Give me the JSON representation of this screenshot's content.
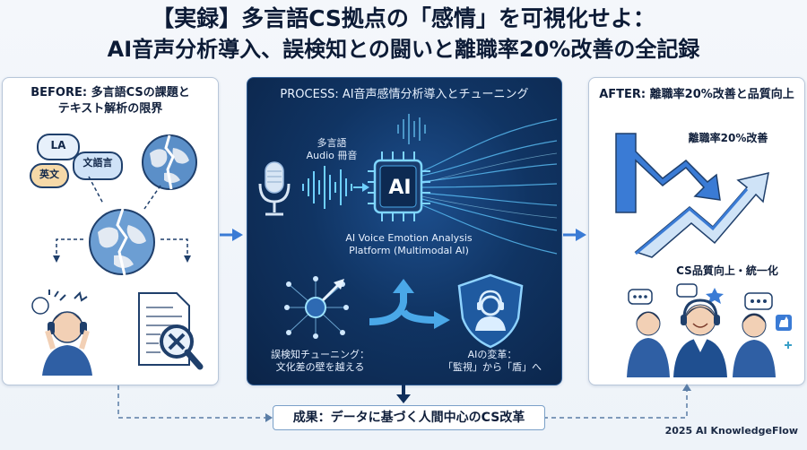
{
  "title": {
    "line1": "【実録】多言語CS拠点の「感情」を可視化せよ：",
    "line2": "AI音声分析導入、誤検知との闘いと離職率20%改善の全記録"
  },
  "before": {
    "title_line1": "BEFORE: 多言語CSの課題と",
    "title_line2": "テキスト解析の限界",
    "bubble_la": "LA",
    "bubble_en": "英文",
    "bubble_jp": "文語言"
  },
  "process": {
    "title": "PROCESS: AI音声感情分析導入とチューニング",
    "input_line1": "多言語",
    "input_line2": "Audio 冊音",
    "chip": "AI",
    "platform_line1": "AI Voice Emotion Analysis",
    "platform_line2": "Platform (Multimodal AI)",
    "tuning_line1": "誤検知チューニング：",
    "tuning_line2": "文化差の壁を越える",
    "change_line1": "AIの変革：",
    "change_line2": "「監視」から「盾」へ"
  },
  "after": {
    "title": "AFTER: 離職率20%改善と品質向上",
    "attrition": "離職率20%改善",
    "quality": "CS品質向上・統一化"
  },
  "footer": {
    "result": "成果：データに基づく人間中心のCS改革",
    "credit": "2025 AI KnowledgeFlow"
  },
  "colors": {
    "navy": "#0f1e3a",
    "accent_blue": "#3a7bd5",
    "panel_dark": "#103463",
    "glow": "#5fc8ff"
  }
}
